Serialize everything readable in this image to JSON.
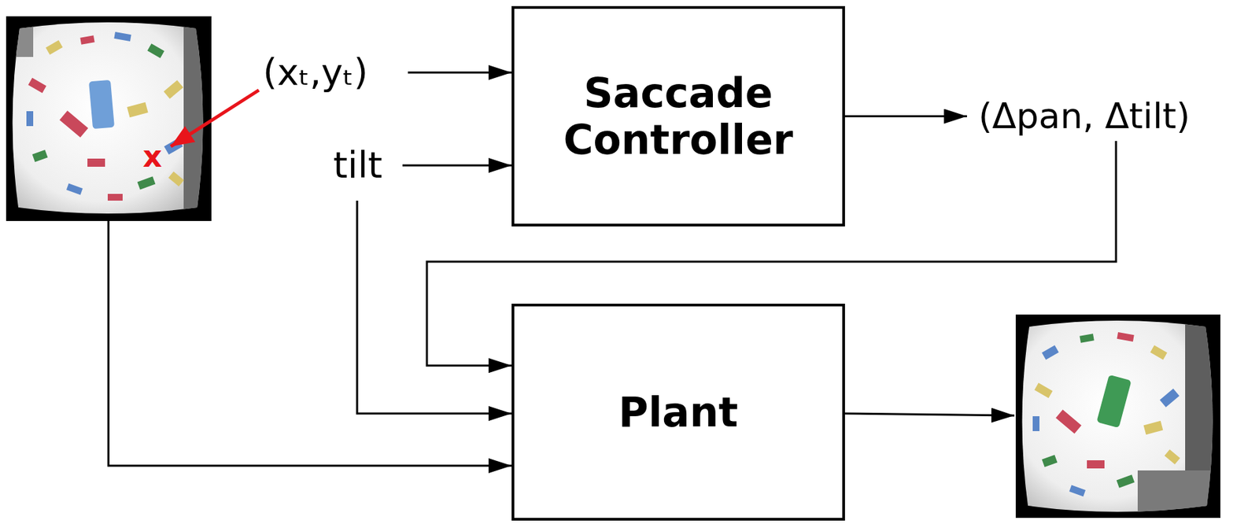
{
  "diagram": {
    "nodes": [
      {
        "text": [
          "Saccade Controller"
        ]
      },
      {
        "text": [
          "Plant"
        ]
      }
    ],
    "edges": [
      {
        "from": 0,
        "to": 1,
        "arrow": "to",
        "label": "(Δpan, Δtilt)"
      }
    ],
    "labels": [
      "(xₜ,yₜ)",
      "tilt",
      "x"
    ]
  }
}
